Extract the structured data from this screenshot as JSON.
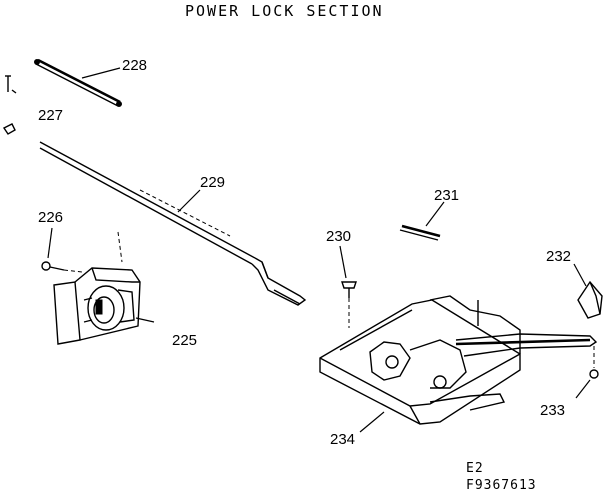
{
  "title": "POWER LOCK SECTION",
  "parts": {
    "p225": "225",
    "p226": "226",
    "p227": "227",
    "p228": "228",
    "p229": "229",
    "p230": "230",
    "p231": "231",
    "p232": "232",
    "p233": "233",
    "p234": "234"
  },
  "footer": {
    "line1": "E2",
    "line2": "F9367613"
  }
}
